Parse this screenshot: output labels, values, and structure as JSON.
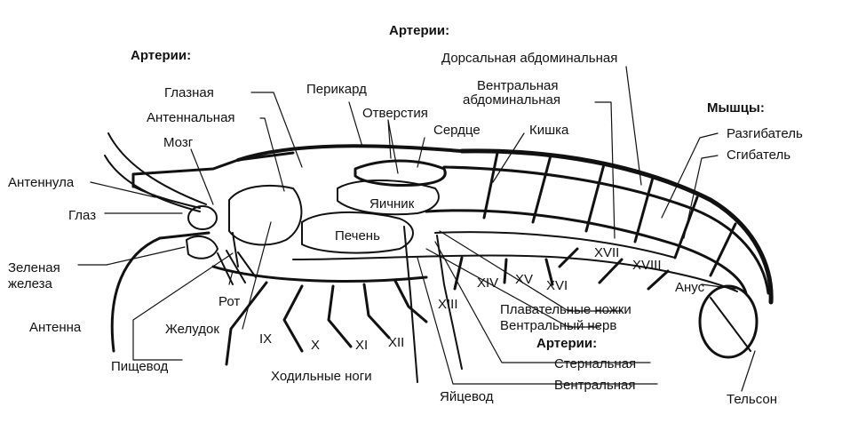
{
  "labels": {
    "arteries_left": "Артерии:",
    "arteries_top": "Артерии:",
    "arteries_bottom": "Артерии:",
    "muscles": "Мышцы:",
    "ophthalmic": "Глазная",
    "antennal": "Антеннальная",
    "pericardium": "Перикард",
    "openings": "Отверстия",
    "heart": "Сердце",
    "dorsal_abdominal": "Дорсальная абдоминальная",
    "ventral_abdominal_1": "Вентральная",
    "ventral_abdominal_2": "абдоминальная",
    "intestine": "Кишка",
    "extensor": "Разгибатель",
    "flexor": "Сгибатель",
    "brain": "Мозг",
    "antennule": "Антеннула",
    "eye": "Глаз",
    "green_gland_1": "Зеленая",
    "green_gland_2": "железа",
    "antenna": "Антенна",
    "mouth": "Рот",
    "stomach": "Желудок",
    "esophagus": "Пищевод",
    "walking_legs": "Ходильные ноги",
    "oviduct": "Яйцевод",
    "ovary": "Яичник",
    "liver": "Печень",
    "swimmerets": "Плавательные ножки",
    "ventral_nerve": "Вентральный нерв",
    "sternal": "Стернальная",
    "ventral": "Вентральная",
    "anus": "Анус",
    "telson": "Тельсон",
    "seg_ix": "IX",
    "seg_x": "X",
    "seg_xi": "XI",
    "seg_xii": "XII",
    "seg_xiii": "XIII",
    "seg_xiv": "XIV",
    "seg_xv": "XV",
    "seg_xvi": "XVI",
    "seg_xvii": "XVII",
    "seg_xviii": "XVIII"
  }
}
